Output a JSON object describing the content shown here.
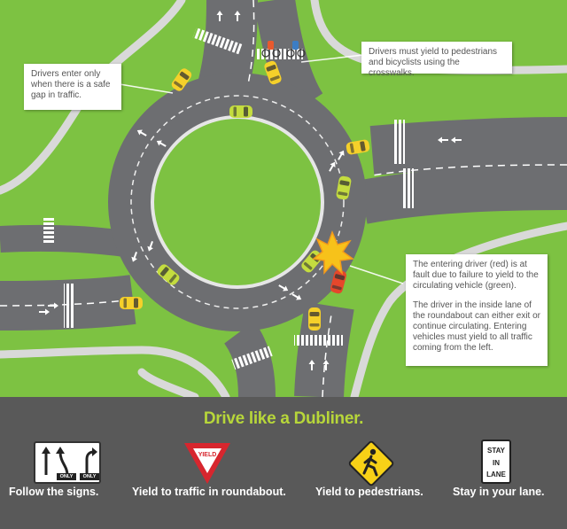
{
  "callouts": {
    "enter_gap": "Drivers enter only when there is a safe gap in traffic.",
    "yield_pedestrians": "Drivers must yield to pedestrians and bicyclists using the crosswalks.",
    "fault_paragraph": "The entering driver (red) is at fault due to failure to yield to the circulating vehicle (green).",
    "inside_lane_paragraph": "The driver in the inside lane of the roundabout can either exit or continue circulating. Entering vehicles must yield to all traffic coming from the left."
  },
  "panel": {
    "headline": "Drive like a Dubliner.",
    "signs": [
      {
        "icon": "lane-arrows-sign-icon",
        "sign_text_1": "ONLY",
        "sign_text_2": "ONLY",
        "caption": "Follow the signs."
      },
      {
        "icon": "yield-sign-icon",
        "sign_text": "YIELD",
        "caption": "Yield to traffic in roundabout."
      },
      {
        "icon": "pedestrian-crossing-sign-icon",
        "caption": "Yield to pedestrians."
      },
      {
        "icon": "stay-in-lane-sign-icon",
        "sign_text_1": "STAY",
        "sign_text_2": "IN",
        "sign_text_3": "LANE",
        "caption": "Stay in your lane."
      }
    ]
  },
  "colors": {
    "grass": "#7dc242",
    "road": "#6d6e71",
    "sidewalk": "#d9d9d9",
    "car_yellow": "#f5d02a",
    "car_green": "#c4dc3f",
    "car_red": "#e5472b",
    "panel": "#595959",
    "headline": "#b7d63a",
    "yield_red": "#d7262e",
    "ped_sign": "#f7d117"
  }
}
